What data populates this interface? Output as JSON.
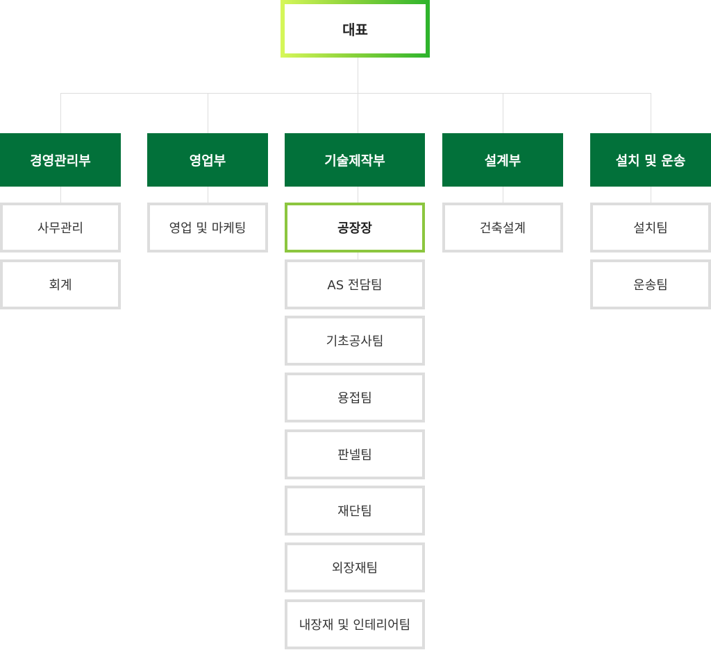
{
  "ceo": {
    "label": "대표"
  },
  "departments": [
    {
      "label": "경영관리부",
      "teams": [
        "사무관리",
        "회계"
      ]
    },
    {
      "label": "영업부",
      "teams": [
        "영업 및 마케팅"
      ]
    },
    {
      "label": "기술제작부",
      "teams": [
        "공장장",
        "AS 전담팀",
        "기초공사팀",
        "용접팀",
        "판넬팀",
        "재단팀",
        "외장재팀",
        "내장재 및 인테리어팀"
      ],
      "highlighted_team": "공장장"
    },
    {
      "label": "설계부",
      "teams": [
        "건축설계"
      ]
    },
    {
      "label": "설치 및 운송",
      "teams": [
        "설치팀",
        "운송팀"
      ]
    }
  ],
  "colors": {
    "department_fill": "#02713a",
    "team_border": "#dddddd",
    "highlight_border": "#8cc63f",
    "ceo_gradient": [
      "#d7f75a",
      "#2cb32c"
    ]
  }
}
